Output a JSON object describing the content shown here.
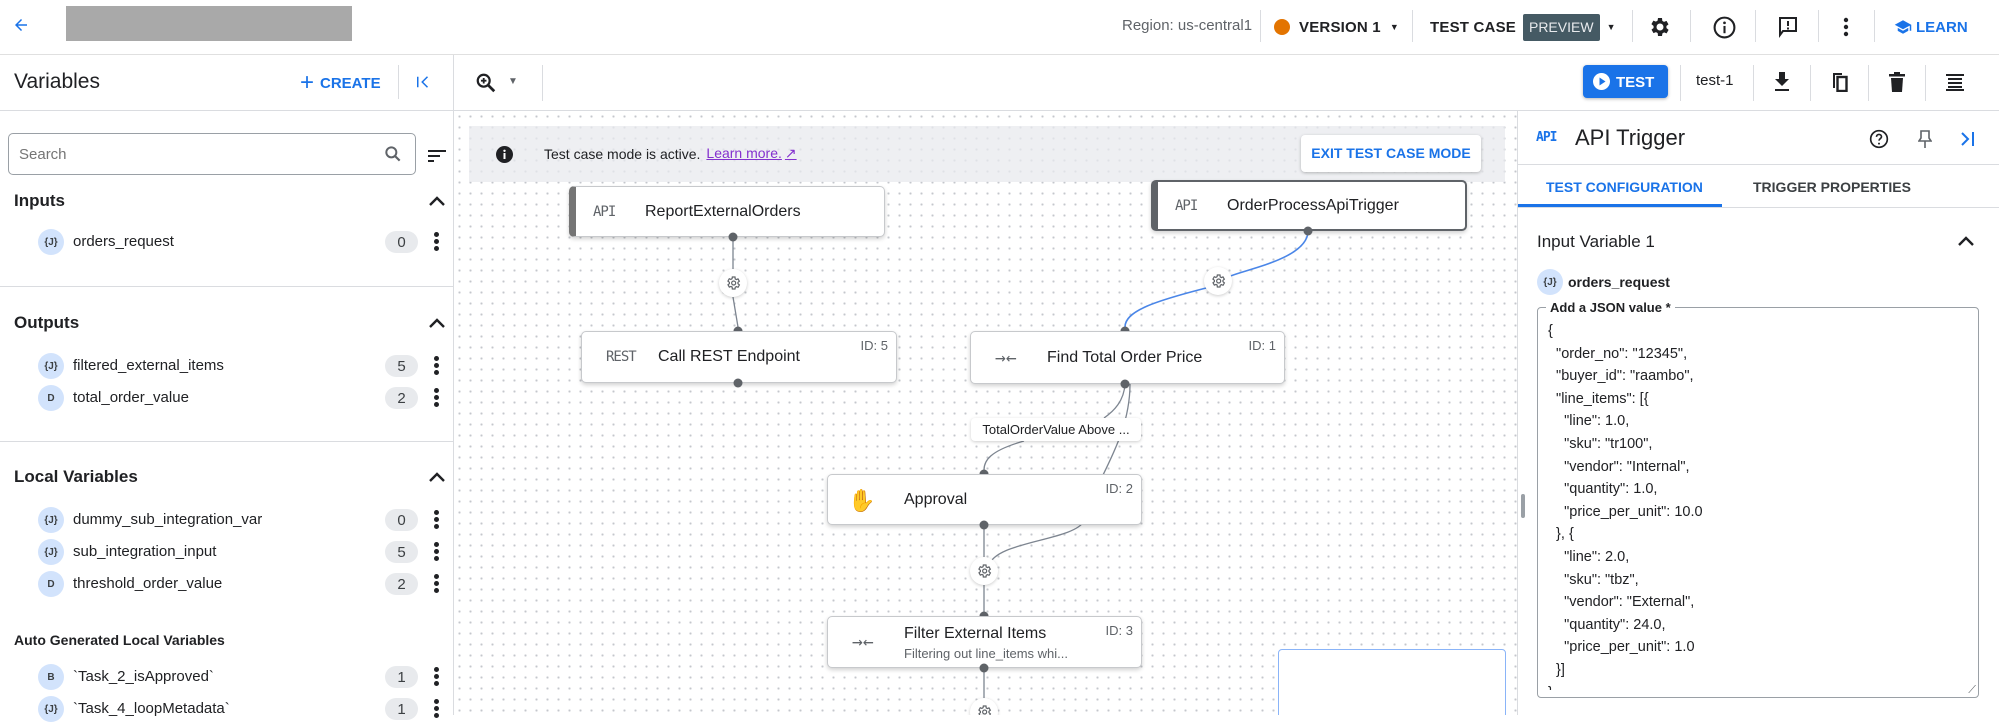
{
  "topbar": {
    "region": "Region: us-central1",
    "version": "VERSION 1",
    "version_status_color": "#e37400",
    "test_case": "TEST CASE",
    "preview_badge": "PREVIEW",
    "learn": "LEARN"
  },
  "toolbar": {
    "test_button": "TEST",
    "test_case_name": "test-1"
  },
  "variables": {
    "title": "Variables",
    "create": "CREATE",
    "search_placeholder": "Search",
    "inputs": {
      "title": "Inputs",
      "items": [
        {
          "type": "{J}",
          "name": "orders_request",
          "count": "0"
        }
      ]
    },
    "outputs": {
      "title": "Outputs",
      "items": [
        {
          "type": "{J}",
          "name": "filtered_external_items",
          "count": "5"
        },
        {
          "type": "D",
          "name": "total_order_value",
          "count": "2"
        }
      ]
    },
    "local": {
      "title": "Local Variables",
      "items": [
        {
          "type": "{J}",
          "name": "dummy_sub_integration_var",
          "count": "0"
        },
        {
          "type": "{J}",
          "name": "sub_integration_input",
          "count": "5"
        },
        {
          "type": "D",
          "name": "threshold_order_value",
          "count": "2"
        }
      ]
    },
    "auto": {
      "title": "Auto Generated Local Variables",
      "items": [
        {
          "type": "B",
          "name": "`Task_2_isApproved`",
          "count": "1"
        },
        {
          "type": "{J}",
          "name": "`Task_4_loopMetadata`",
          "count": "1"
        }
      ]
    }
  },
  "canvas": {
    "banner": {
      "text": "Test case mode is active.",
      "link": "Learn more.",
      "exit": "EXIT TEST CASE MODE"
    },
    "nodes": [
      {
        "type": "API",
        "name": "ReportExternalOrders"
      },
      {
        "type": "API",
        "name": "OrderProcessApiTrigger"
      },
      {
        "type": "REST",
        "name": "Call REST Endpoint",
        "id": "ID: 5"
      },
      {
        "type": "mapping",
        "name": "Find Total Order Price",
        "id": "ID: 1"
      },
      {
        "type": "approval",
        "name": "Approval",
        "id": "ID: 2"
      },
      {
        "type": "mapping",
        "name": "Filter External Items",
        "id": "ID: 3",
        "description": "Filtering out line_items whi..."
      }
    ],
    "edge_label": "TotalOrderValue Above ..."
  },
  "panel": {
    "type": "API",
    "title": "API Trigger",
    "tabs": [
      {
        "label": "TEST CONFIGURATION",
        "active": true
      },
      {
        "label": "TRIGGER PROPERTIES",
        "active": false
      }
    ],
    "section": "Input Variable 1",
    "variable": {
      "type": "{J}",
      "name": "orders_request"
    },
    "json_label": "Add a JSON value *",
    "json_value": "{\n  \"order_no\": \"12345\",\n  \"buyer_id\": \"raambo\",\n  \"line_items\": [{\n    \"line\": 1.0,\n    \"sku\": \"tr100\",\n    \"vendor\": \"Internal\",\n    \"quantity\": 1.0,\n    \"price_per_unit\": 10.0\n  }, {\n    \"line\": 2.0,\n    \"sku\": \"tbz\",\n    \"vendor\": \"External\",\n    \"quantity\": 24.0,\n    \"price_per_unit\": 1.0\n  }]\n}"
  },
  "colors": {
    "accent": "#1a73e8",
    "preview_badge_bg": "#455a64",
    "link": "#8430ce"
  }
}
